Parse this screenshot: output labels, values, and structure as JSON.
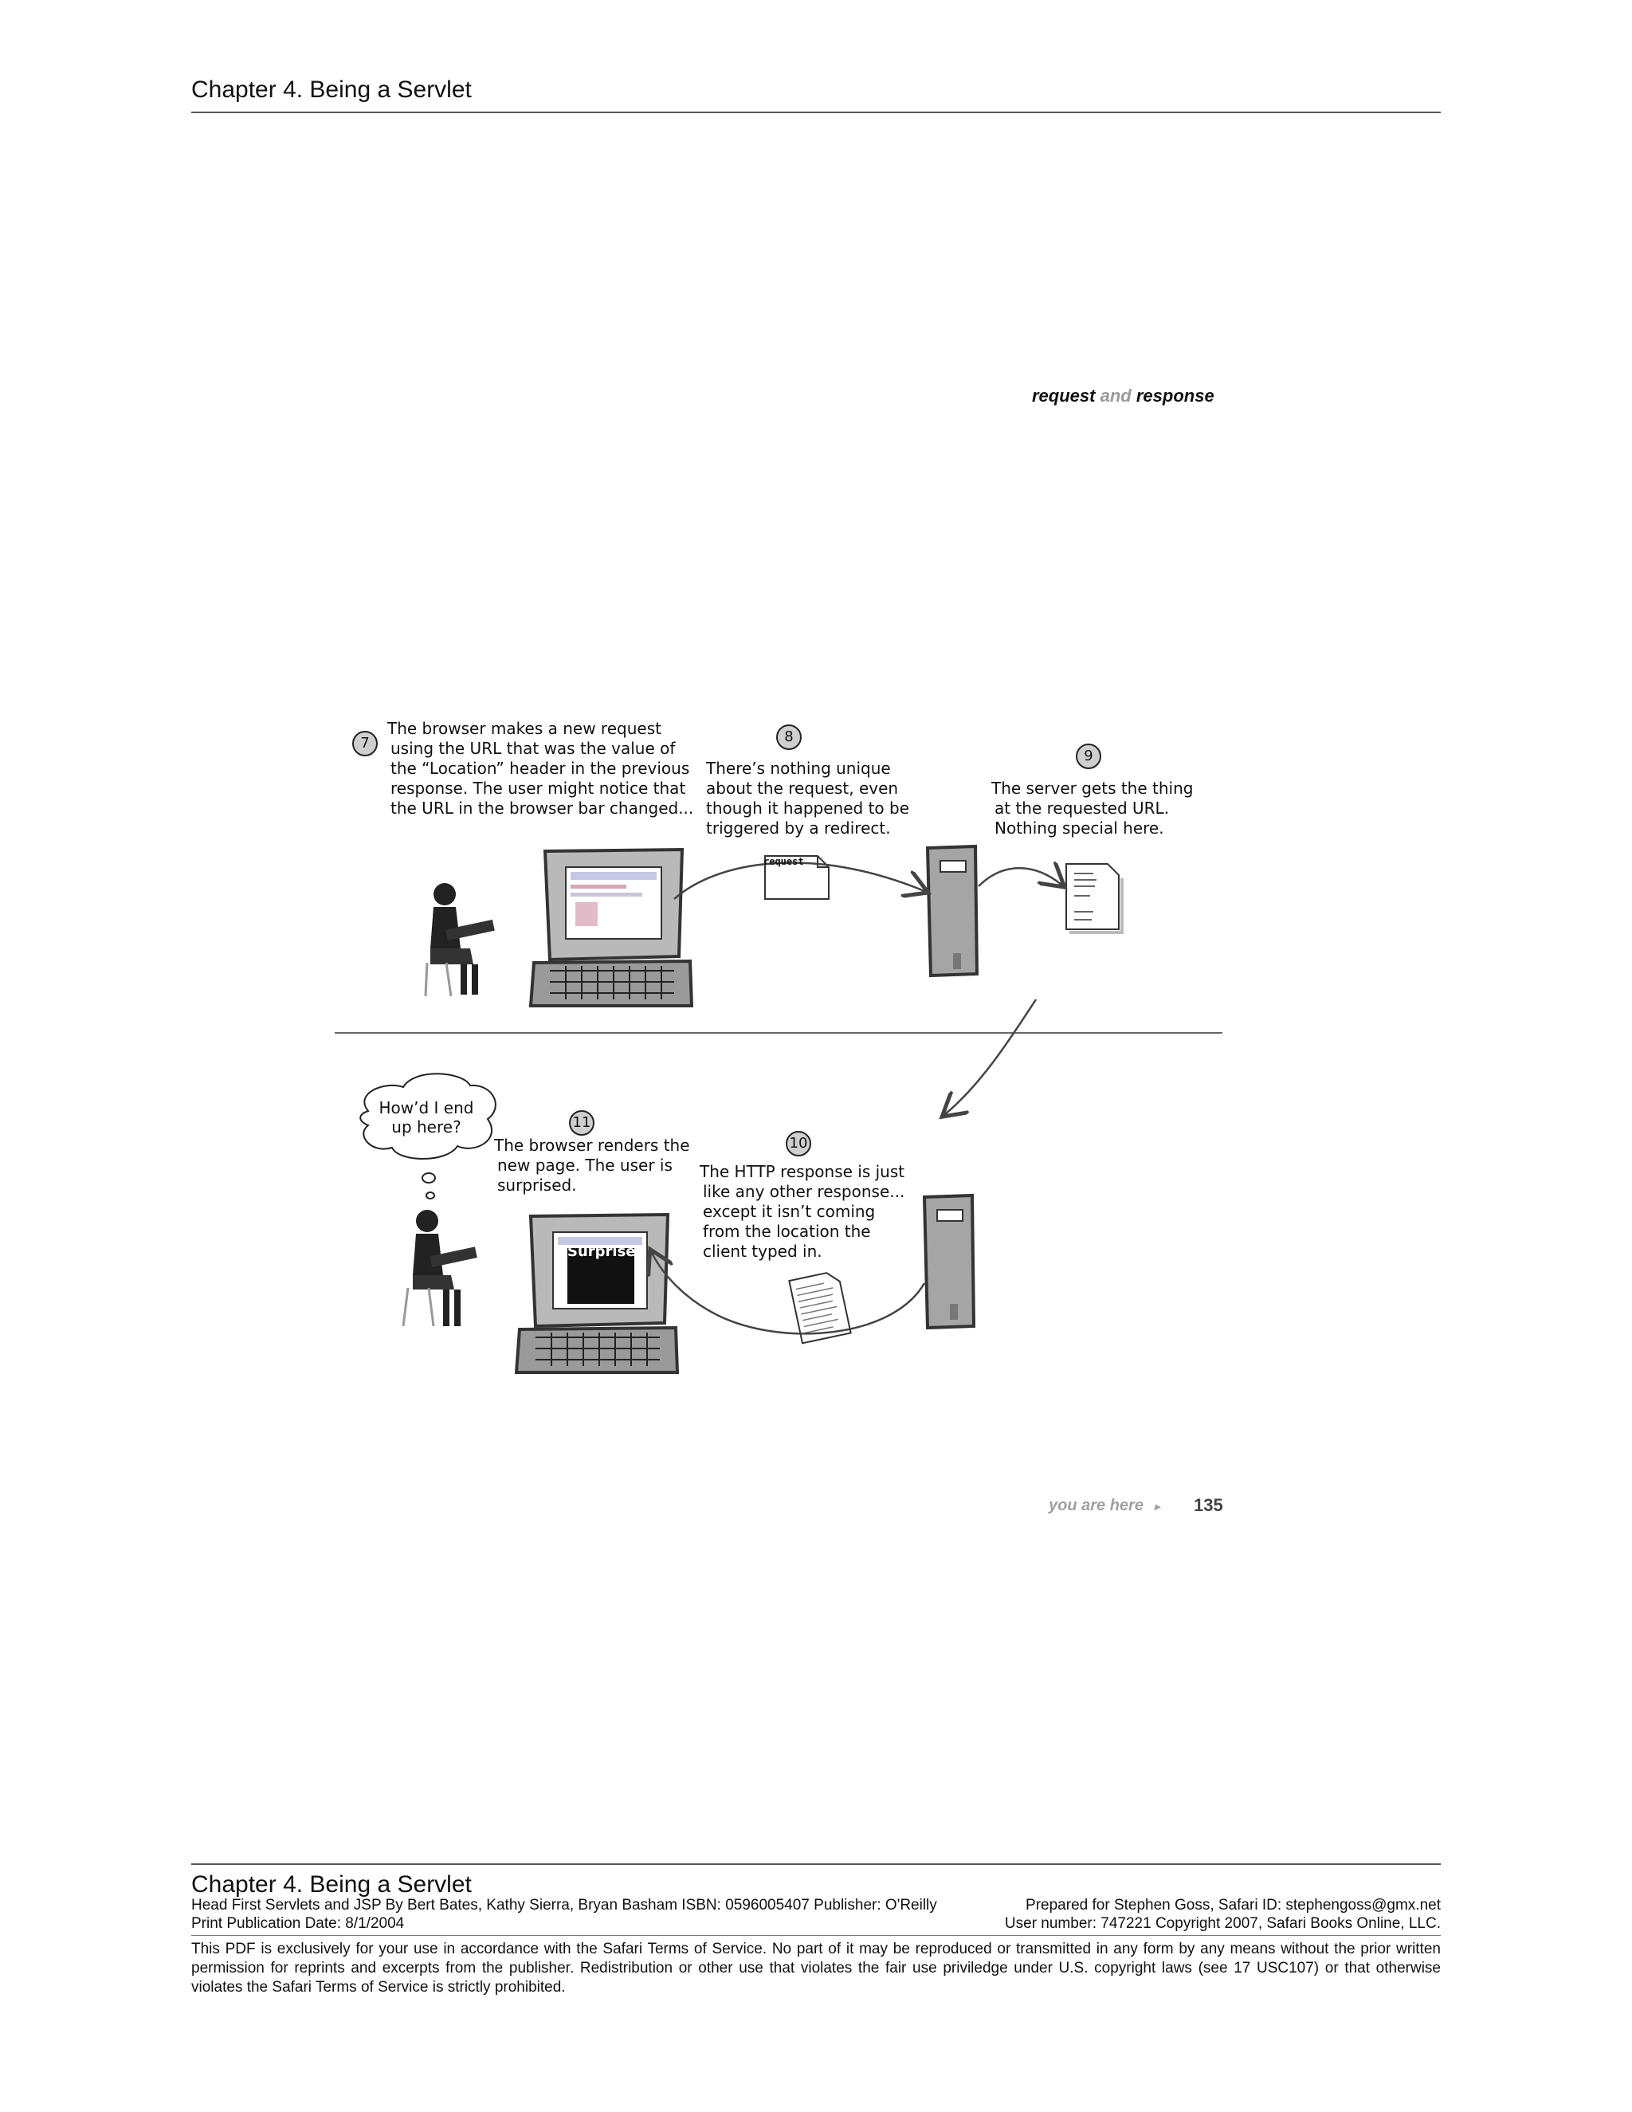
{
  "header": {
    "chapter_title": "Chapter 4. Being a Servlet"
  },
  "running_head": {
    "word1": "request",
    "word2": "and",
    "word3": "response"
  },
  "figure": {
    "steps": [
      {
        "number": "7",
        "text": [
          "The browser makes a new request",
          "using the URL that was the value of",
          "the “Location” header in the previous",
          "response. The user might notice that",
          "the URL in the browser bar changed..."
        ]
      },
      {
        "number": "8",
        "text": [
          "There’s nothing unique",
          "about the request, even",
          "though it happened to be",
          "triggered by a redirect."
        ]
      },
      {
        "number": "9",
        "text": [
          "The server gets the thing",
          "at the requested URL.",
          "Nothing special here."
        ]
      },
      {
        "number": "10",
        "text": [
          "The HTTP response is just",
          "like any other response...",
          "except it isn’t coming",
          "from the location the",
          "client typed in."
        ]
      },
      {
        "number": "11",
        "text": [
          "The browser renders the",
          "new page. The user is",
          "surprised."
        ]
      }
    ],
    "thought_bubble": [
      "How’d I end",
      "up here?"
    ],
    "request_doc_label": "request",
    "screen_text": "Surprise"
  },
  "page_footer": {
    "you_are_here": "you are here",
    "page_number": "135"
  },
  "footer": {
    "chapter_title": "Chapter 4. Being a Servlet",
    "book_info": "Head First Servlets and JSP By Bert Bates, Kathy Sierra, Bryan Basham ISBN: 0596005407 Publisher: O'Reilly",
    "prepared_for": "Prepared for Stephen Goss, Safari ID: stephengoss@gmx.net",
    "pub_date": "Print Publication Date: 8/1/2004",
    "user_number": "User number: 747221 Copyright 2007, Safari Books Online, LLC.",
    "legal": "This PDF is exclusively for your use in accordance with the Safari Terms of Service. No part of it may be reproduced or transmitted in any form by any means without the prior written permission for reprints and excerpts from the publisher. Redistribution or other use that violates the fair use priviledge under U.S. copyright laws (see 17 USC107) or that otherwise violates the Safari Terms of Service is strictly prohibited."
  }
}
